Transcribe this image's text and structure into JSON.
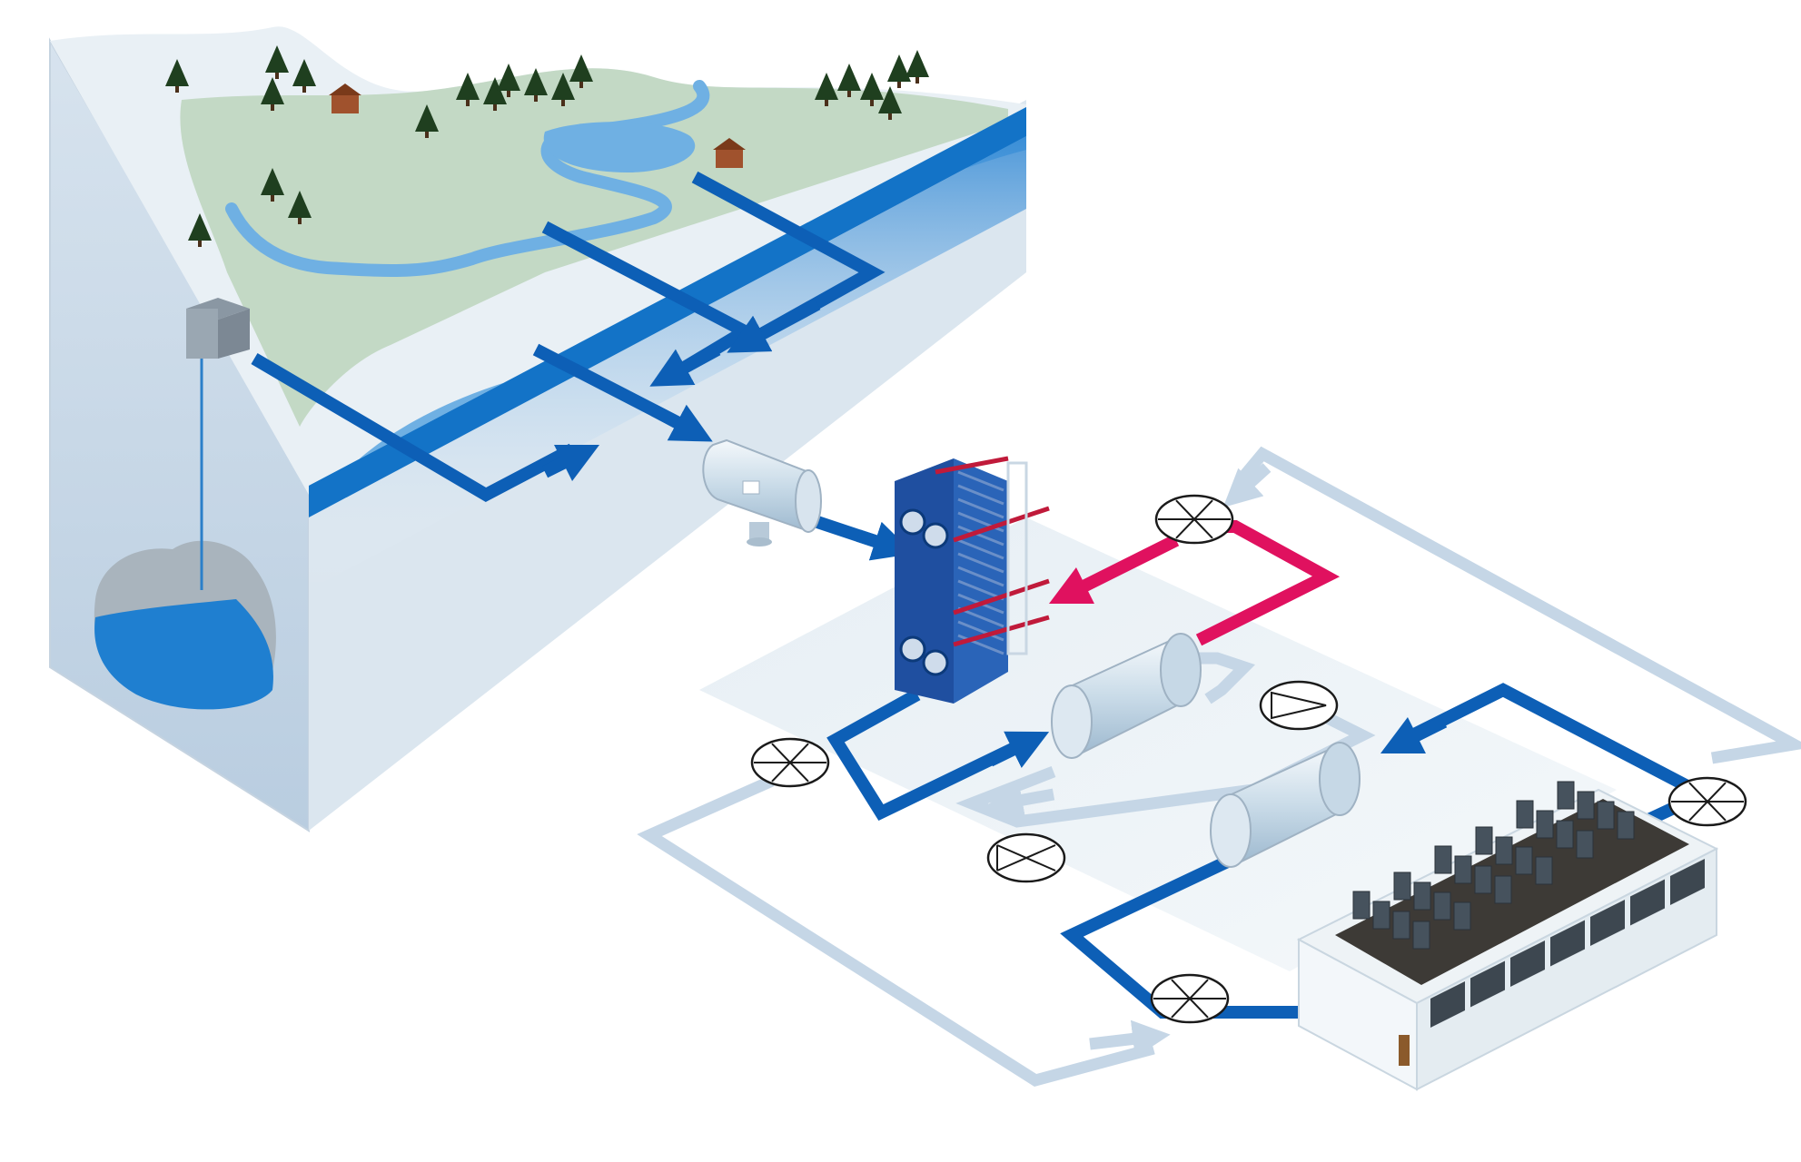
{
  "diagram": {
    "title": "",
    "labels": [],
    "colors": {
      "ground": "#c8d7e6",
      "ground_dark": "#a9bfd4",
      "land": "#c3d9c5",
      "snow": "#e9f0f5",
      "lake": "#3f8fd2",
      "lake_dark": "#0f6cbf",
      "cold_pipe": "#0d5fb6",
      "hot_pipe": "#e0115f",
      "return_pipe": "#c5d6e6",
      "equipment": "#1f4fa0",
      "platform": "#e6eef4",
      "building": "#eef3f6",
      "racks": "#3b4650",
      "tree": "#1f3f1f",
      "cabin": "#a0522d"
    },
    "components": [
      {
        "name": "mountain-cross-section"
      },
      {
        "name": "lake"
      },
      {
        "name": "river"
      },
      {
        "name": "underground-reservoir"
      },
      {
        "name": "pump-house"
      },
      {
        "name": "intake-strainer"
      },
      {
        "name": "plate-heat-exchanger"
      },
      {
        "name": "chiller-upper"
      },
      {
        "name": "chiller-lower"
      },
      {
        "name": "data-center"
      }
    ],
    "valves": [
      {
        "name": "valve-top",
        "type": "butterfly"
      },
      {
        "name": "valve-left",
        "type": "butterfly"
      },
      {
        "name": "valve-center-pump",
        "type": "pump"
      },
      {
        "name": "valve-center-lower",
        "type": "check"
      },
      {
        "name": "valve-right",
        "type": "butterfly"
      },
      {
        "name": "valve-bottom",
        "type": "butterfly"
      }
    ]
  }
}
